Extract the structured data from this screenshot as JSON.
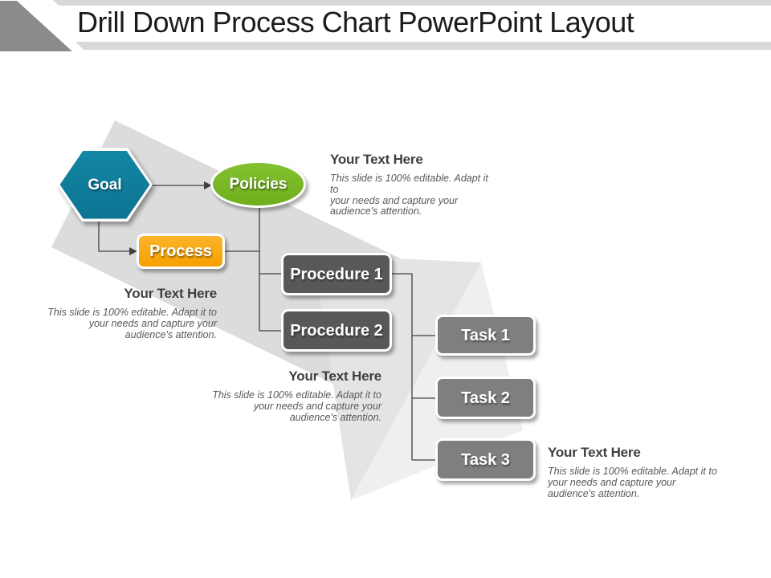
{
  "header": {
    "title": "Drill Down Process Chart PowerPoint Layout"
  },
  "colors": {
    "goal_teal": "#0d7e9c",
    "policies_green": "#79b824",
    "process_orange": "#f6a300",
    "procedure_gray": "#585858",
    "task_gray": "#7f7f7f",
    "connector": "#404040",
    "background_arrow_gray": "#dcdcdc",
    "header_stripe_gray": "#d8d8d8",
    "header_triangle_gray": "#8b8b8b"
  },
  "diagram": {
    "nodes": {
      "goal": {
        "label": "Goal"
      },
      "policies": {
        "label": "Policies"
      },
      "process": {
        "label": "Process"
      },
      "procedure1": {
        "label": "Procedure 1"
      },
      "procedure2": {
        "label": "Procedure 2"
      },
      "task1": {
        "label": "Task 1"
      },
      "task2": {
        "label": "Task 2"
      },
      "task3": {
        "label": "Task 3"
      }
    }
  },
  "text_blocks": {
    "heading": "Your Text Here",
    "body_lines": [
      "This slide is 100% editable. Adapt it to",
      "your needs and capture your",
      "audience's attention."
    ]
  }
}
